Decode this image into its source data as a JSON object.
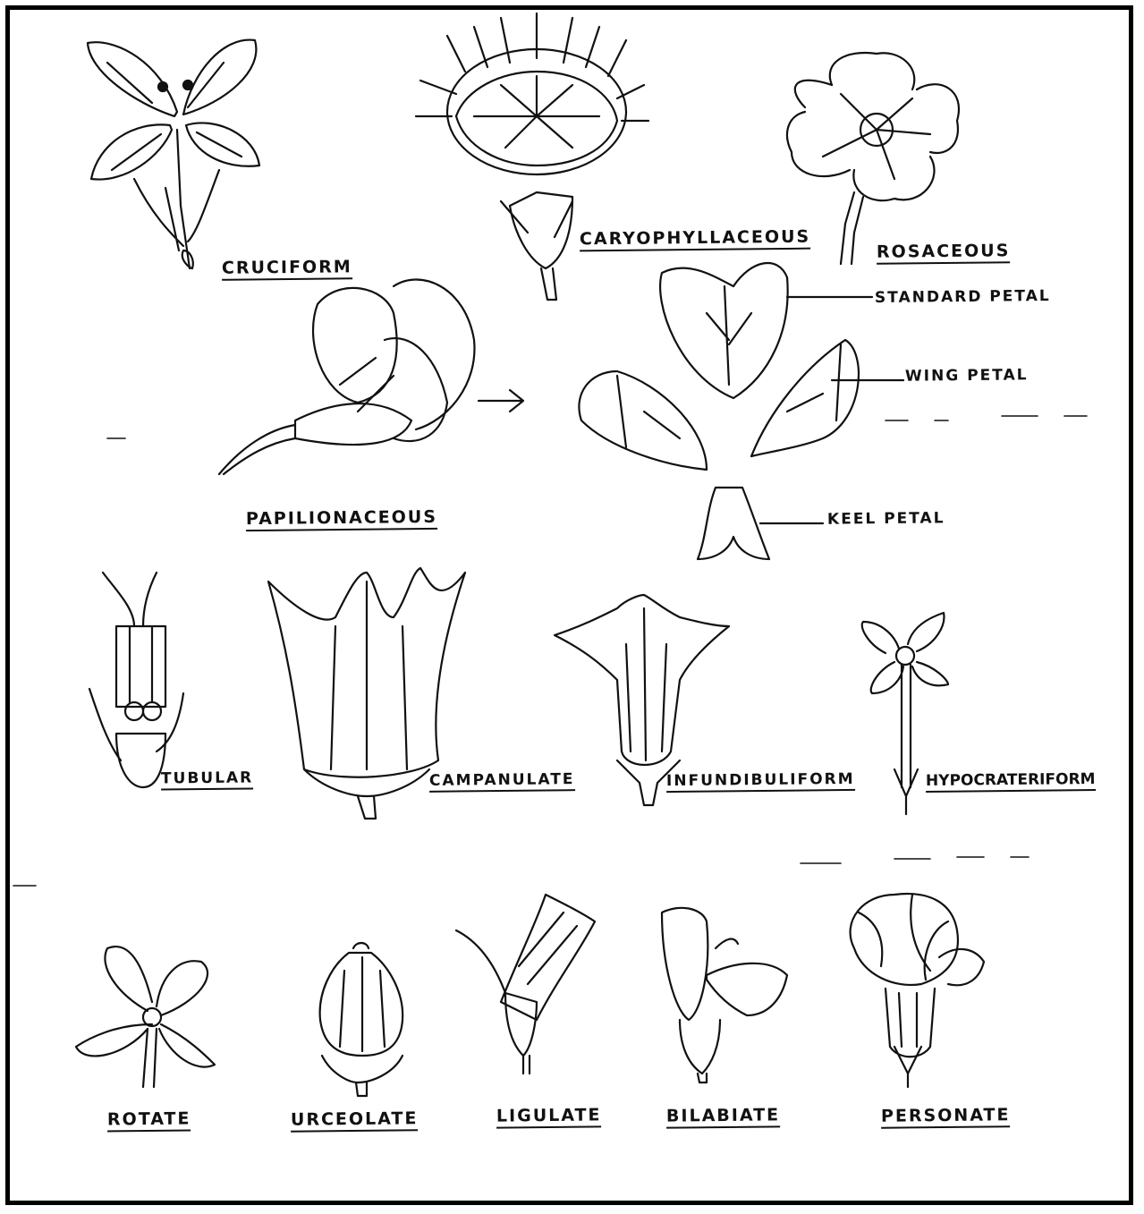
{
  "flower_types": {
    "cruciform": "CRUCIFORM",
    "caryophyllaceous": "CARYOPHYLLACEOUS",
    "rosaceous": "ROSACEOUS",
    "papilionaceous": "PAPILIONACEOUS",
    "tubular": "TUBULAR",
    "campanulate": "CAMPANULATE",
    "infundibuliform": "INFUNDIBULIFORM",
    "hypocrateriform": "HYPOCRATERIFORM",
    "rotate": "ROTATE",
    "urceolate": "URCEOLATE",
    "ligulate": "LIGULATE",
    "bilabiate": "BILABIATE",
    "personate": "PERSONATE"
  },
  "petal_parts": {
    "standard": "STANDARD PETAL",
    "wing": "WING PETAL",
    "keel": "KEEL PETAL"
  }
}
